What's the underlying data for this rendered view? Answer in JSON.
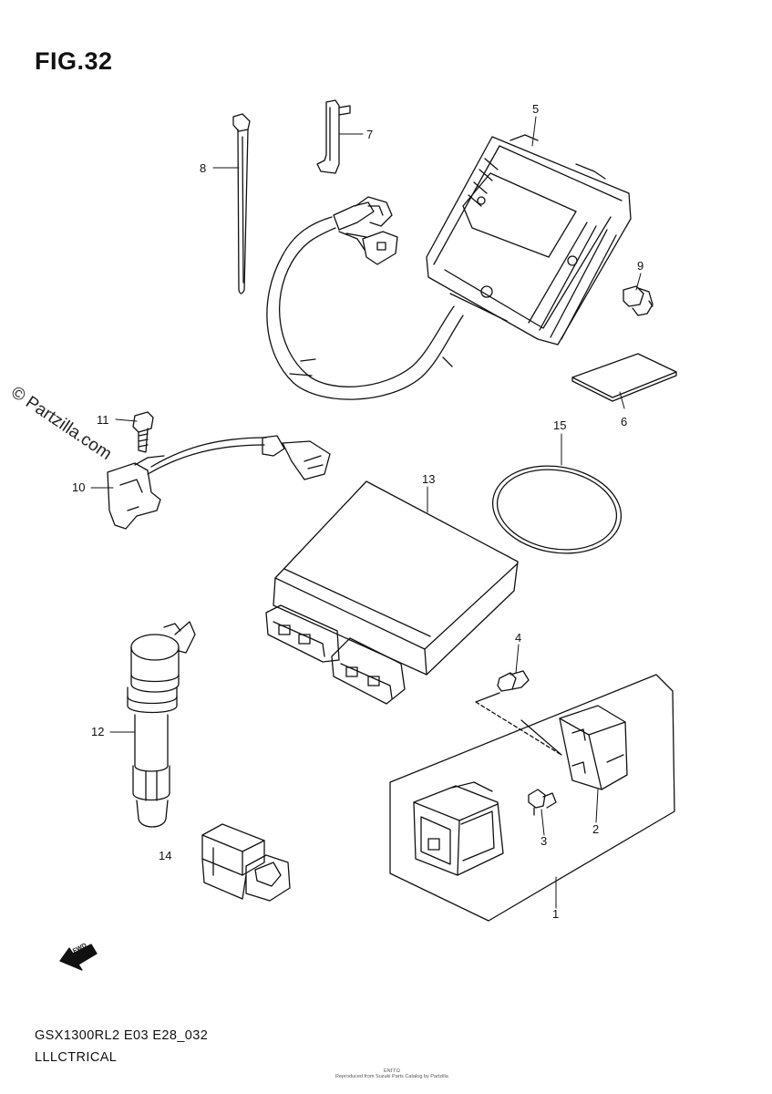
{
  "figure": {
    "title": "FIG.32",
    "model_code": "GSX1300RL2 E03 E28_032",
    "section_name": "LLLCTRICAL"
  },
  "watermark": {
    "text": "© Partzilla.com"
  },
  "fine_print": {
    "line1": "ΕΝΓΓΩ",
    "line2": "Reproduced from Suzuki Parts Catalog by Partzilla"
  },
  "fwd_label": "FWD",
  "callouts": [
    {
      "id": "1",
      "label": "1"
    },
    {
      "id": "2",
      "label": "2"
    },
    {
      "id": "3",
      "label": "3"
    },
    {
      "id": "4",
      "label": "4"
    },
    {
      "id": "5",
      "label": "5"
    },
    {
      "id": "6",
      "label": "6"
    },
    {
      "id": "7",
      "label": "7"
    },
    {
      "id": "8",
      "label": "8"
    },
    {
      "id": "9",
      "label": "9"
    },
    {
      "id": "10",
      "label": "10"
    },
    {
      "id": "11",
      "label": "11"
    },
    {
      "id": "12",
      "label": "12"
    },
    {
      "id": "13",
      "label": "13"
    },
    {
      "id": "14",
      "label": "14"
    },
    {
      "id": "15",
      "label": "15"
    }
  ]
}
